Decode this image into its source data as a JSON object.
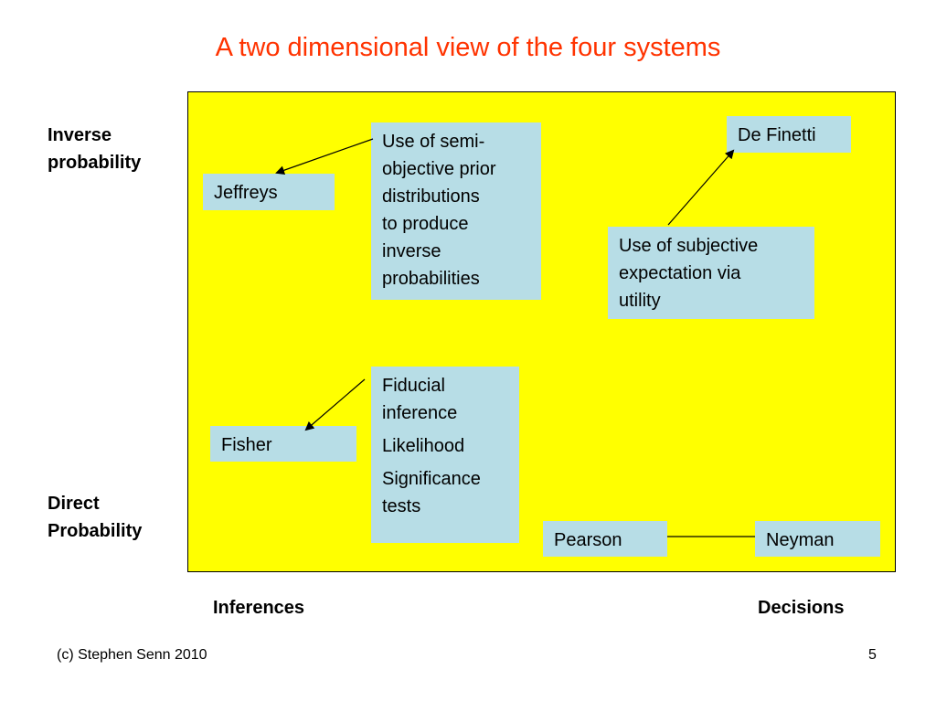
{
  "title": "A two dimensional view of the four systems",
  "colors": {
    "title": "#ff3300",
    "panel": "#ffff00",
    "box": "#b7dde6"
  },
  "y_axis": {
    "top_label": [
      "Inverse",
      "probability"
    ],
    "bottom_label": [
      "Direct",
      "Probability"
    ]
  },
  "x_axis": {
    "left_label": "Inferences",
    "right_label": "Decisions"
  },
  "boxes": {
    "jeffreys": "Jeffreys",
    "semi_objective": [
      "Use of semi-",
      "objective prior",
      "distributions",
      "to produce",
      "inverse",
      "probabilities"
    ],
    "de_finetti": "De Finetti",
    "subjective": [
      "Use of subjective",
      "expectation via",
      "utility"
    ],
    "fisher": "Fisher",
    "fiducial": {
      "items": [
        [
          "Fiducial",
          "inference"
        ],
        [
          "Likelihood"
        ],
        [
          "Significance",
          "tests"
        ]
      ]
    },
    "pearson": "Pearson",
    "neyman": "Neyman"
  },
  "footer": {
    "copyright": "(c) Stephen Senn 2010",
    "page_number": "5"
  }
}
